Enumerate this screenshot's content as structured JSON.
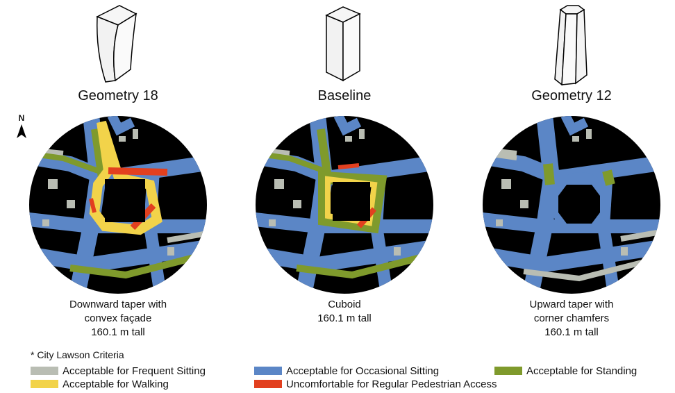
{
  "north_label": "N",
  "panels": [
    {
      "title": "Geometry 18",
      "desc": [
        "Downward taper with",
        "convex façade",
        "160.1 m tall"
      ],
      "variant": "g18"
    },
    {
      "title": "Baseline",
      "desc": [
        "Cuboid",
        "160.1 m tall"
      ],
      "variant": "base"
    },
    {
      "title": "Geometry 12",
      "desc": [
        "Upward taper with",
        "corner chamfers",
        "160.1 m tall"
      ],
      "variant": "g12"
    }
  ],
  "legend": {
    "note": "* City Lawson Criteria",
    "items": [
      {
        "label": "Acceptable for Frequent Sitting",
        "color": "#b9bdb3"
      },
      {
        "label": "Acceptable for Occasional Sitting",
        "color": "#5b86c6"
      },
      {
        "label": "Acceptable for Standing",
        "color": "#7f9a2c"
      },
      {
        "label": "Acceptable for Walking",
        "color": "#f2d34a"
      },
      {
        "label": "Uncomfortable for Regular Pedestrian Access",
        "color": "#e2401f"
      }
    ]
  },
  "colors": {
    "building": "#000000",
    "background": "#ffffff"
  }
}
